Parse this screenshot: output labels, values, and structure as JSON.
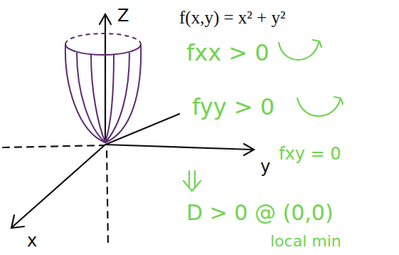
{
  "diagram": {
    "labels": [
      "Z",
      "y",
      "x",
      "f(x,y) = x² + y²",
      "fxx > 0",
      "fyy > 0",
      "fxy = 0",
      "D > 0 @ (0,0)",
      "local min"
    ]
  }
}
